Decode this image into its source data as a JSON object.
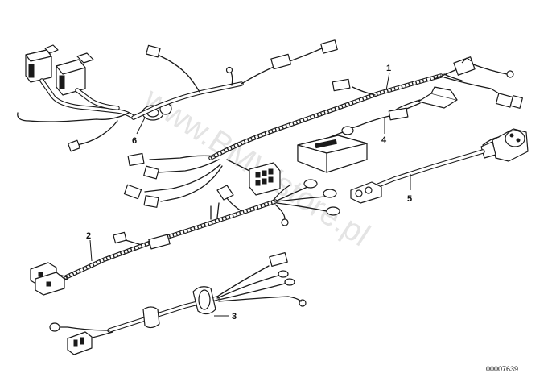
{
  "diagram": {
    "callouts": [
      {
        "id": "1",
        "label": "1"
      },
      {
        "id": "2",
        "label": "2"
      },
      {
        "id": "3",
        "label": "3"
      },
      {
        "id": "4",
        "label": "4"
      },
      {
        "id": "5",
        "label": "5"
      },
      {
        "id": "6",
        "label": "6"
      }
    ],
    "watermark": "www.BMWstore.pl",
    "image_code": "00007639"
  }
}
